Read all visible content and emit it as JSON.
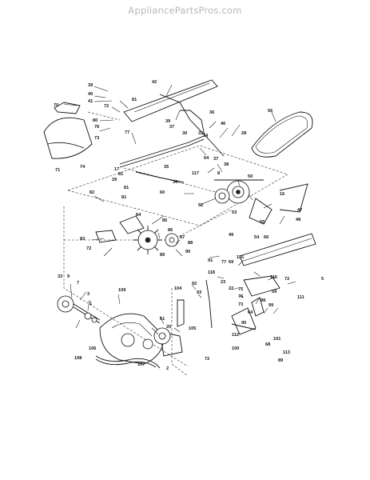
{
  "watermark": "AppliancePartsPros.com",
  "parts": [
    {
      "id": "p39a",
      "t": "39"
    },
    {
      "id": "p40",
      "t": "40"
    },
    {
      "id": "p41",
      "t": "41"
    },
    {
      "id": "p42",
      "t": "42"
    },
    {
      "id": "p70",
      "t": "70"
    },
    {
      "id": "p72a",
      "t": "72"
    },
    {
      "id": "p81a",
      "t": "81"
    },
    {
      "id": "p80",
      "t": "80"
    },
    {
      "id": "p76",
      "t": "76"
    },
    {
      "id": "p73a",
      "t": "73"
    },
    {
      "id": "p77a",
      "t": "77"
    },
    {
      "id": "p39b",
      "t": "39"
    },
    {
      "id": "p37a",
      "t": "37"
    },
    {
      "id": "p30",
      "t": "30"
    },
    {
      "id": "p31",
      "t": "31"
    },
    {
      "id": "p36",
      "t": "36"
    },
    {
      "id": "p56",
      "t": "56"
    },
    {
      "id": "p46",
      "t": "46"
    },
    {
      "id": "p34a",
      "t": "34"
    },
    {
      "id": "p28",
      "t": "28"
    },
    {
      "id": "p64",
      "t": "64"
    },
    {
      "id": "p37b",
      "t": "37"
    },
    {
      "id": "p38",
      "t": "38"
    },
    {
      "id": "p71",
      "t": "71"
    },
    {
      "id": "p74",
      "t": "74"
    },
    {
      "id": "p17",
      "t": "17"
    },
    {
      "id": "p81b",
      "t": "81"
    },
    {
      "id": "p29",
      "t": "29"
    },
    {
      "id": "p35",
      "t": "35"
    },
    {
      "id": "p34b",
      "t": "34"
    },
    {
      "id": "p117",
      "t": "117"
    },
    {
      "id": "p8",
      "t": "8"
    },
    {
      "id": "p50",
      "t": "50"
    },
    {
      "id": "p16",
      "t": "16"
    },
    {
      "id": "p81c",
      "t": "81"
    },
    {
      "id": "p82",
      "t": "82"
    },
    {
      "id": "p60",
      "t": "60"
    },
    {
      "id": "p81d",
      "t": "81"
    },
    {
      "id": "p52",
      "t": "52"
    },
    {
      "id": "p53",
      "t": "53"
    },
    {
      "id": "p47",
      "t": "47"
    },
    {
      "id": "p84",
      "t": "84"
    },
    {
      "id": "p85",
      "t": "85"
    },
    {
      "id": "p86",
      "t": "86"
    },
    {
      "id": "p55",
      "t": "55"
    },
    {
      "id": "p48",
      "t": "48"
    },
    {
      "id": "p83",
      "t": "83"
    },
    {
      "id": "p72b",
      "t": "72"
    },
    {
      "id": "p49",
      "t": "49"
    },
    {
      "id": "p54",
      "t": "54"
    },
    {
      "id": "p66",
      "t": "66"
    },
    {
      "id": "p87",
      "t": "87"
    },
    {
      "id": "p88",
      "t": "88"
    },
    {
      "id": "p115",
      "t": "115"
    },
    {
      "id": "p89a",
      "t": "89"
    },
    {
      "id": "p90",
      "t": "90"
    },
    {
      "id": "p91",
      "t": "91"
    },
    {
      "id": "p77b",
      "t": "77"
    },
    {
      "id": "p69",
      "t": "69"
    },
    {
      "id": "p116",
      "t": "116"
    },
    {
      "id": "p33",
      "t": "33"
    },
    {
      "id": "p9",
      "t": "9"
    },
    {
      "id": "p118",
      "t": "118"
    },
    {
      "id": "p23",
      "t": "23"
    },
    {
      "id": "p75",
      "t": "75"
    },
    {
      "id": "p72c",
      "t": "72"
    },
    {
      "id": "p5",
      "t": "5"
    },
    {
      "id": "p7",
      "t": "7"
    },
    {
      "id": "p109",
      "t": "109"
    },
    {
      "id": "p104",
      "t": "104"
    },
    {
      "id": "p92",
      "t": "92"
    },
    {
      "id": "p93",
      "t": "93"
    },
    {
      "id": "p22",
      "t": "22"
    },
    {
      "id": "p76b",
      "t": "76"
    },
    {
      "id": "p59",
      "t": "59"
    },
    {
      "id": "p111",
      "t": "111"
    },
    {
      "id": "p3",
      "t": "3"
    },
    {
      "id": "p73b",
      "t": "73"
    },
    {
      "id": "p98",
      "t": "98"
    },
    {
      "id": "p99",
      "t": "99"
    },
    {
      "id": "p1",
      "t": "1"
    },
    {
      "id": "p64b",
      "t": "64"
    },
    {
      "id": "p61",
      "t": "61"
    },
    {
      "id": "p20",
      "t": "20"
    },
    {
      "id": "p105",
      "t": "105"
    },
    {
      "id": "p95",
      "t": "95"
    },
    {
      "id": "p112",
      "t": "112"
    },
    {
      "id": "p101",
      "t": "101"
    },
    {
      "id": "p68",
      "t": "68"
    },
    {
      "id": "p100",
      "t": "100"
    },
    {
      "id": "p113",
      "t": "113"
    },
    {
      "id": "p89b",
      "t": "89"
    },
    {
      "id": "p106",
      "t": "106"
    },
    {
      "id": "p108",
      "t": "108"
    },
    {
      "id": "p107",
      "t": "107"
    },
    {
      "id": "p2",
      "t": "2"
    },
    {
      "id": "p72d",
      "t": "72"
    }
  ]
}
